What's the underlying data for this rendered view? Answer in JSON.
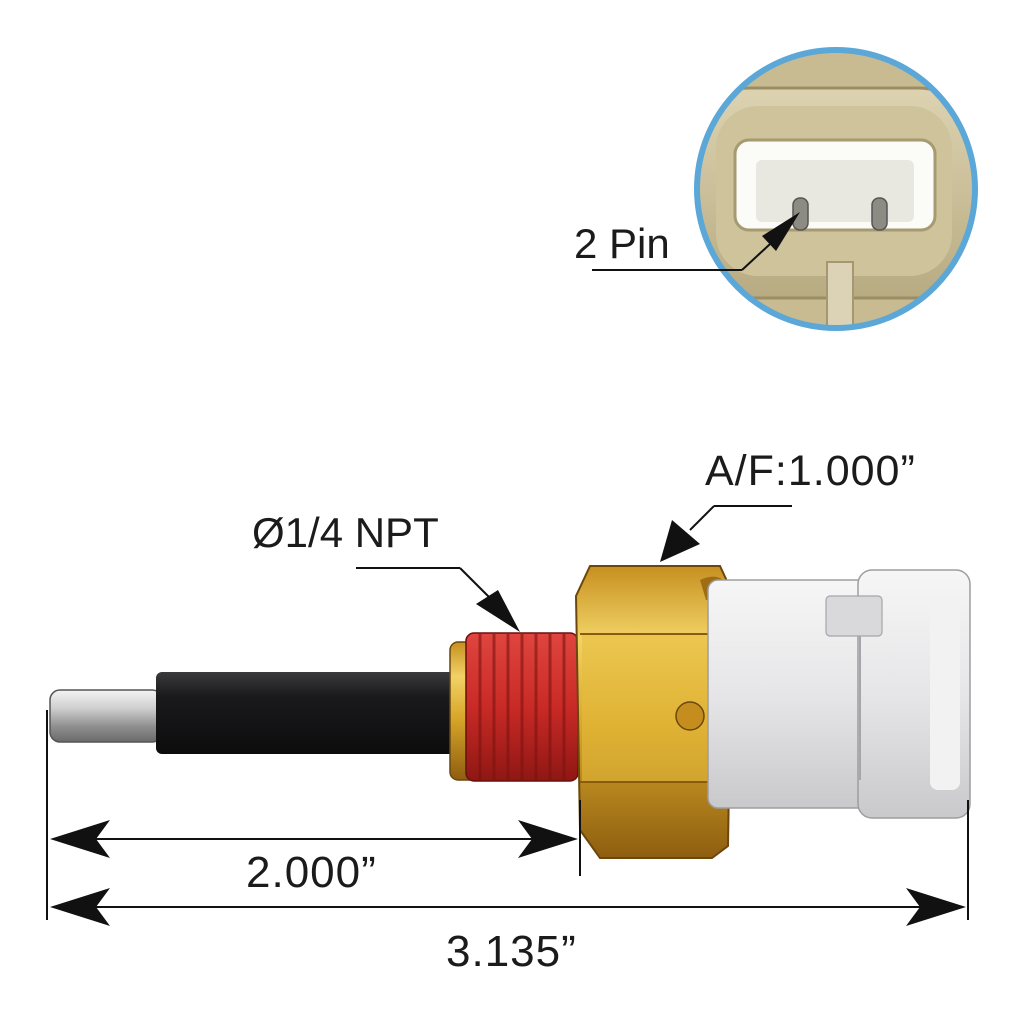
{
  "callouts": {
    "pin_count": "2 Pin",
    "across_flats": "A/F:1.000”",
    "thread": "Ø1/4 NPT"
  },
  "dimensions": {
    "probe_length": "2.000”",
    "overall_length": "3.135”"
  },
  "colors": {
    "inset_ring": "#5aa7d8",
    "connector_housing": "#d4c9a4",
    "hex_brass": "#d7a62a",
    "thread_sealant": "#c92a26",
    "probe_sleeve": "#1a1a1c",
    "connector_body": "#ebebeb"
  }
}
